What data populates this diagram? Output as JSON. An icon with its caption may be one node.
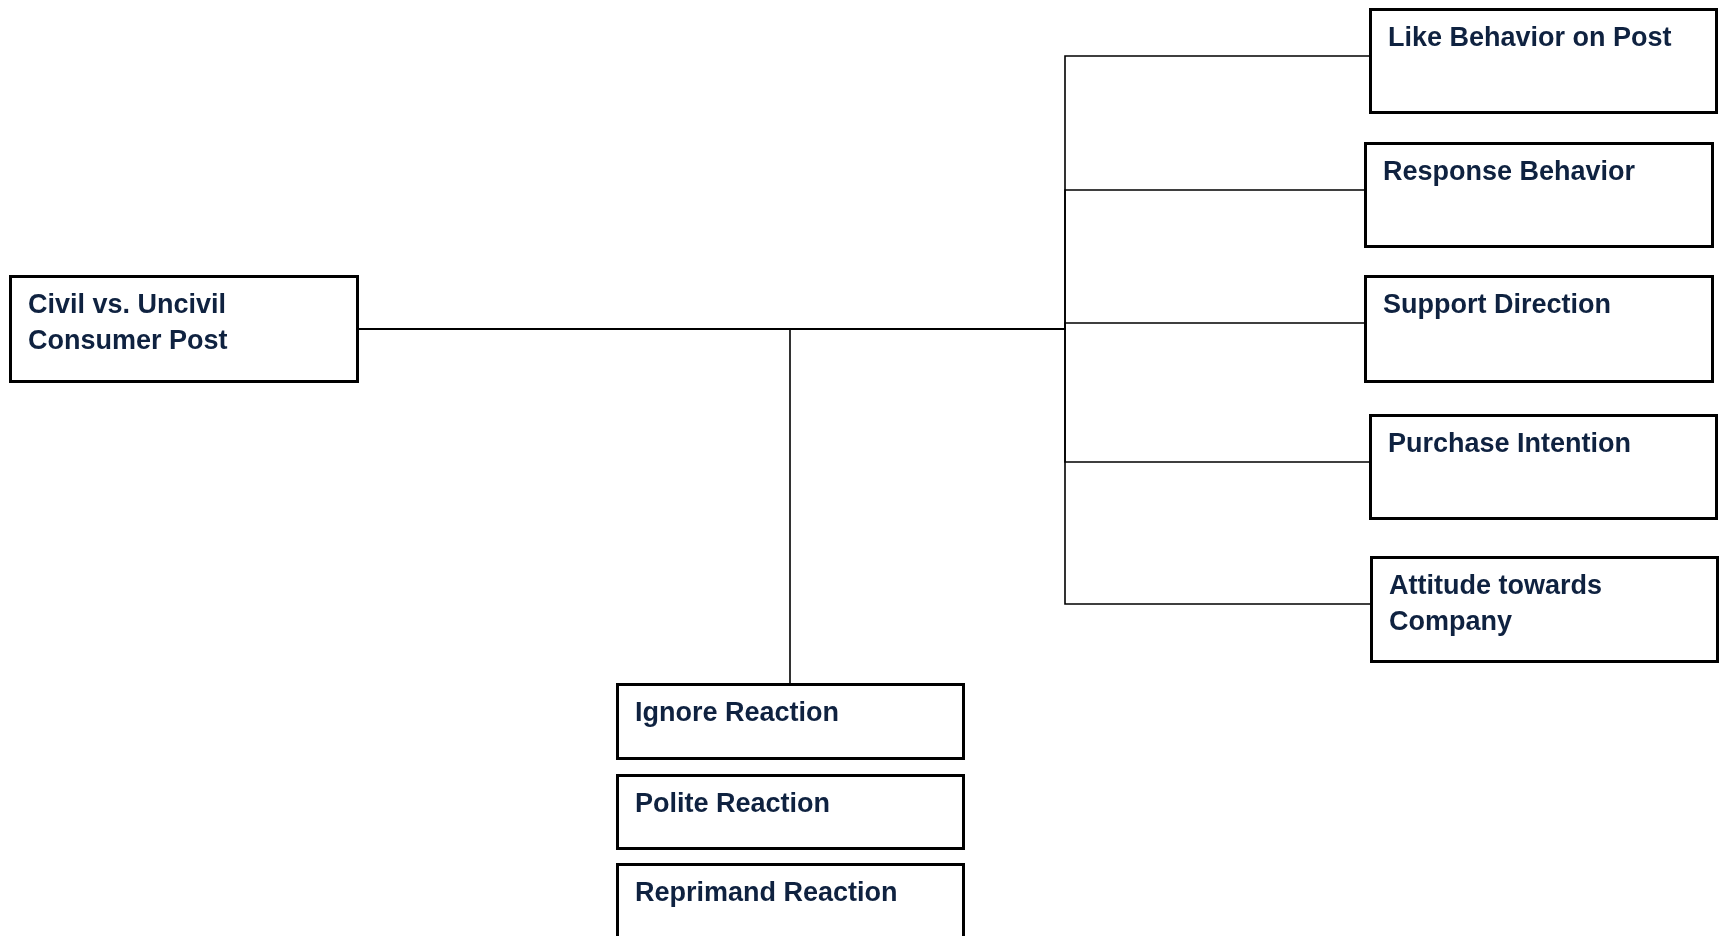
{
  "diagram": {
    "nodes": [
      {
        "text": [
          "Civil vs. Uncivil Consumer Post"
        ]
      },
      {
        "text": [
          "Like Behavior on Post"
        ]
      },
      {
        "text": [
          "Response Behavior"
        ]
      },
      {
        "text": [
          "Support Direction"
        ]
      },
      {
        "text": [
          "Purchase Intention"
        ]
      },
      {
        "text": [
          "Attitude towards Company"
        ]
      },
      {
        "text": [
          "Ignore Reaction"
        ]
      },
      {
        "text": [
          "Polite Reaction"
        ]
      },
      {
        "text": [
          "Reprimand Reaction"
        ]
      }
    ],
    "edges": [
      {
        "from": 0,
        "to": 1,
        "arrow": "none"
      },
      {
        "from": 0,
        "to": 2,
        "arrow": "none"
      },
      {
        "from": 0,
        "to": 3,
        "arrow": "none"
      },
      {
        "from": 0,
        "to": 4,
        "arrow": "none"
      },
      {
        "from": 0,
        "to": 5,
        "arrow": "none"
      },
      {
        "from": 0,
        "to": 6,
        "arrow": "none"
      }
    ]
  }
}
